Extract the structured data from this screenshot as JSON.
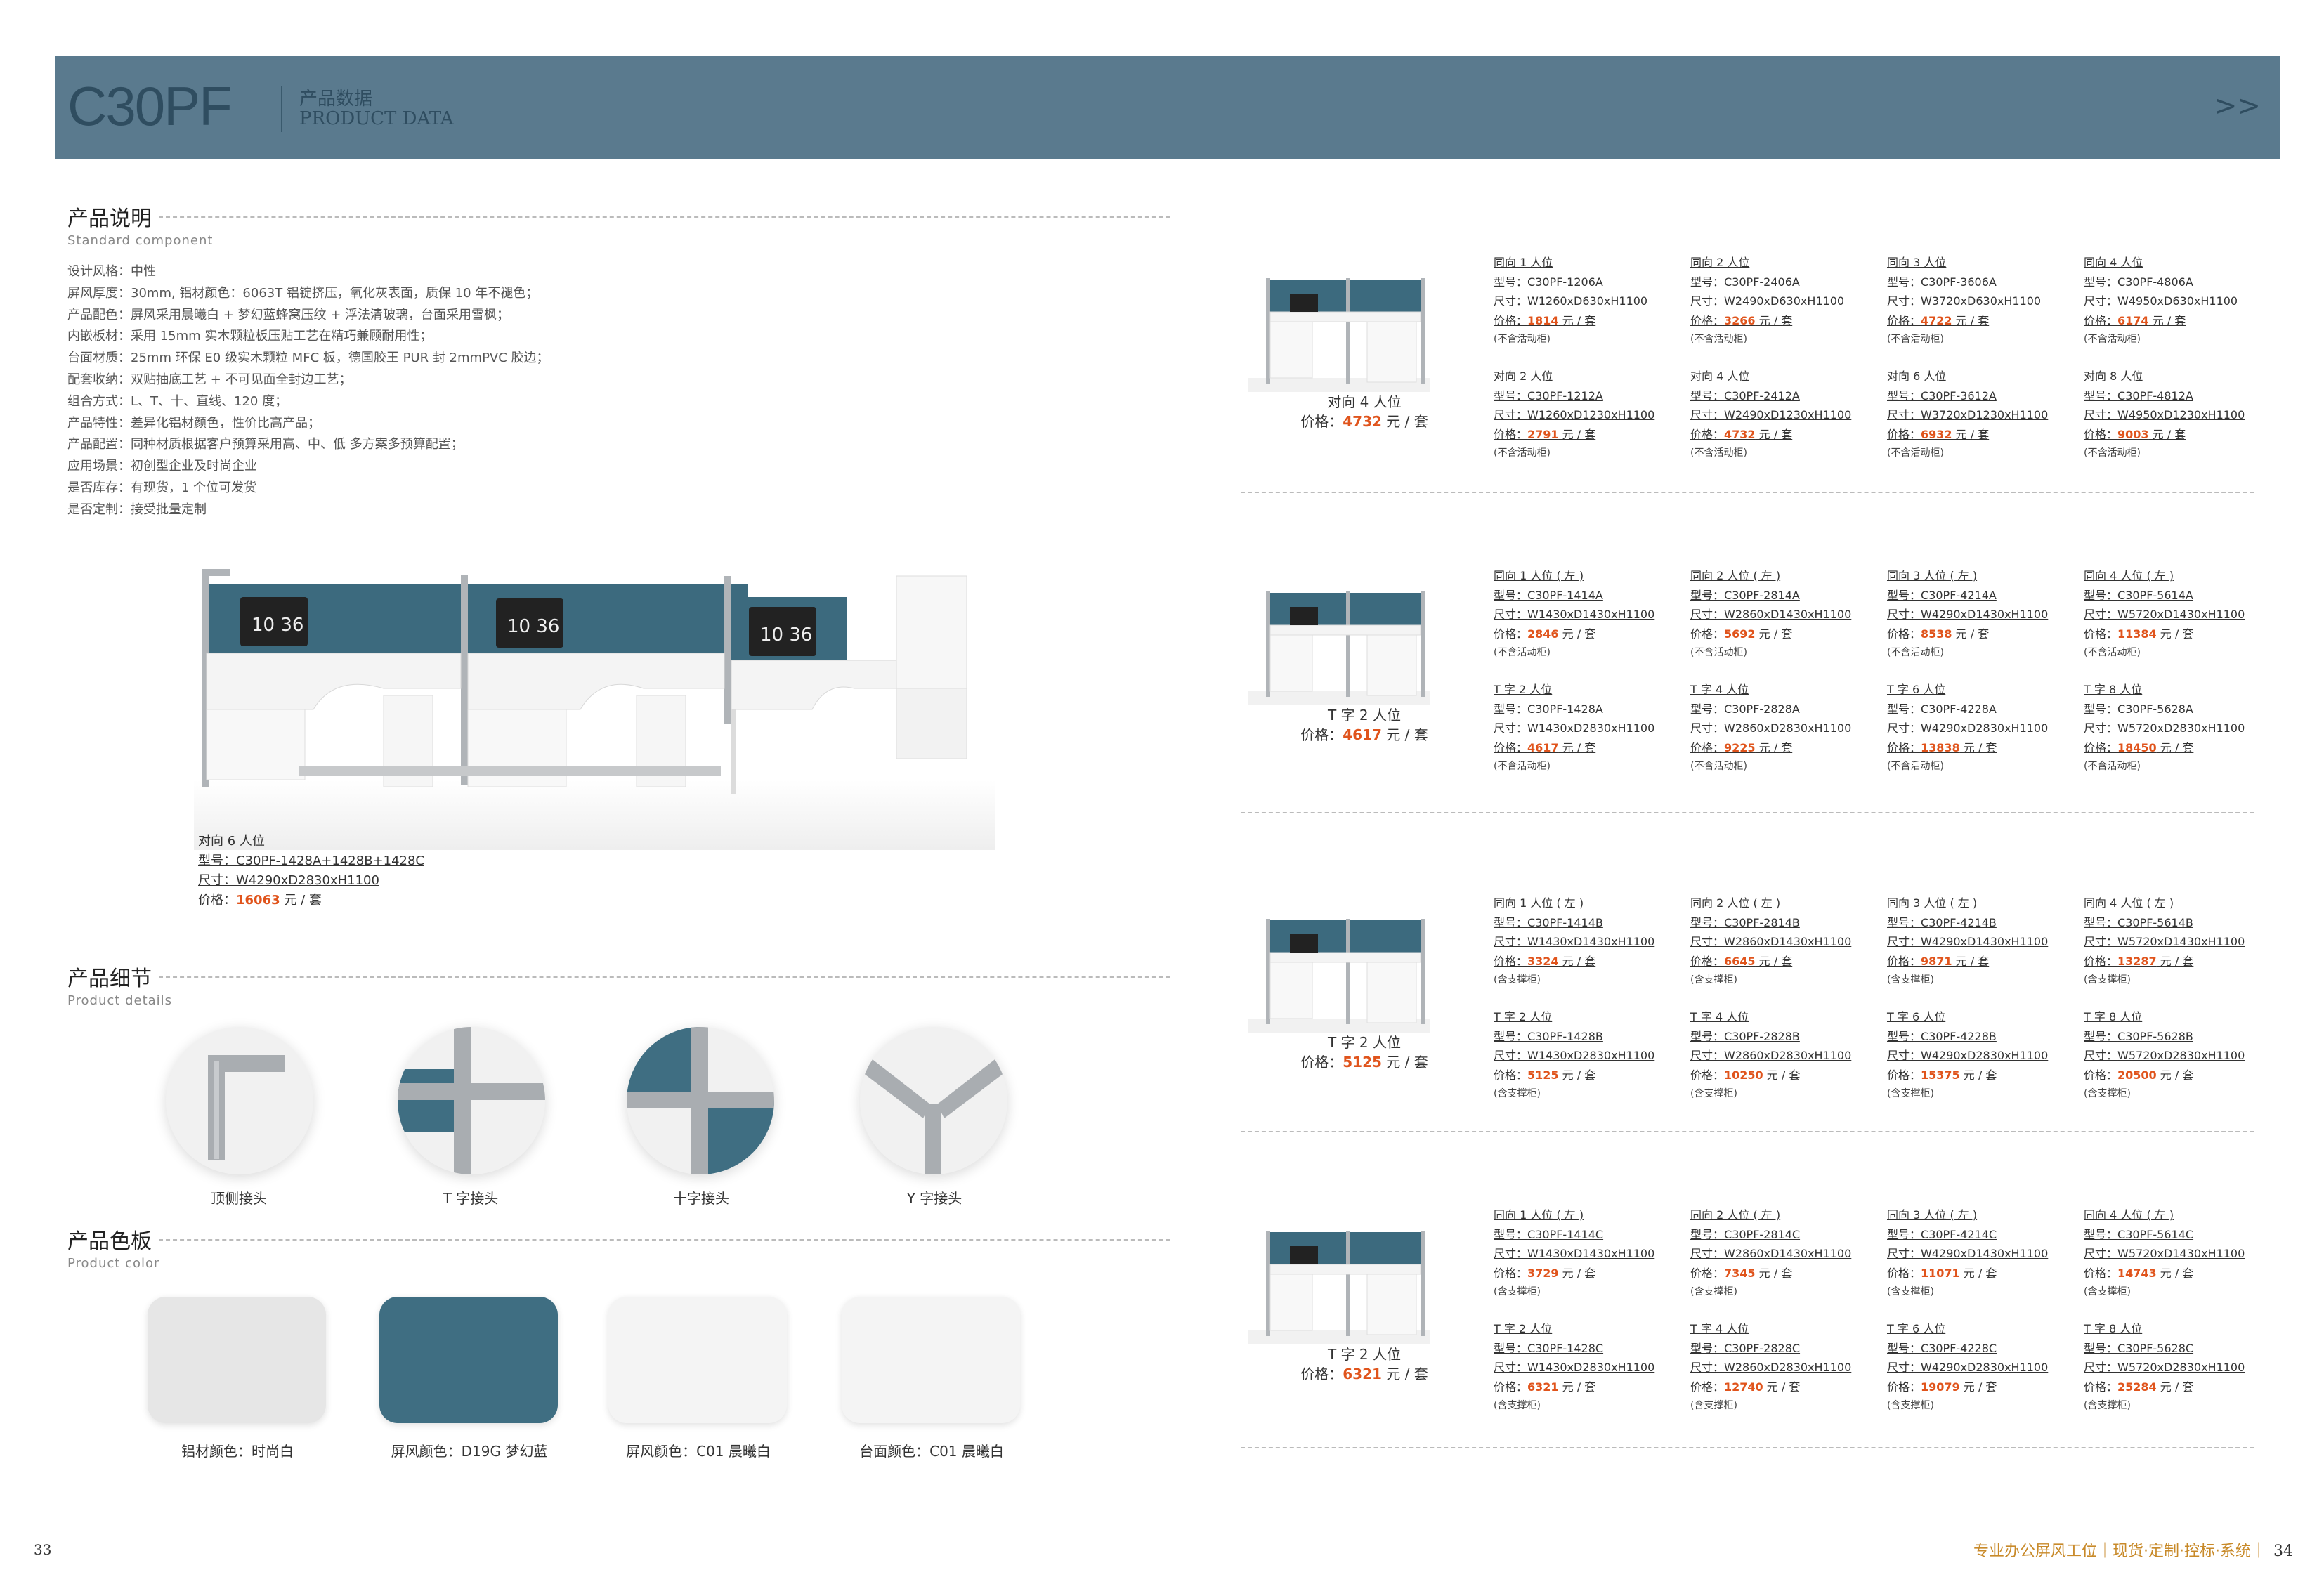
{
  "header": {
    "model": "C30PF",
    "title_cn": "产品数据",
    "title_en": "PRODUCT DATA",
    "next_icon": ">>"
  },
  "description": {
    "title_cn": "产品说明",
    "title_en": "Standard  component",
    "lines": [
      "设计风格：中性",
      "屏风厚度：30mm, 铝材颜色：6063T 铝锭挤压，氧化灰表面，质保 10 年不褪色；",
      "产品配色：屏风采用晨曦白 + 梦幻蓝蜂窝压纹 + 浮法清玻璃，台面采用雪枫；",
      "内嵌板材：采用 15mm 实木颗粒板压贴工艺在精巧兼顾耐用性；",
      "台面材质：25mm 环保 E0 级实木颗粒 MFC 板，德国胶王 PUR 封 2mmPVC 胶边；",
      "配套收纳：双贴抽底工艺 + 不可见面全封边工艺；",
      "组合方式：L、T、十、直线、120 度；",
      "产品特性：差异化铝材颜色，性价比高产品；",
      "产品配置：同种材质根据客户预算采用高、中、低 多方案多预算配置；",
      "应用场景：初创型企业及时尚企业",
      "是否库存：有现货，1 个位可发货",
      "是否定制：接受批量定制"
    ]
  },
  "main_product": {
    "name": "对向 6 人位",
    "model_label": "型号：",
    "model": "C30PF-1428A+1428B+1428C",
    "size_label": "尺寸：",
    "size": "W4290xD2830xH1100",
    "price_label": "价格：",
    "price": "16063",
    "unit": " 元 / 套",
    "monitor_time": "10 36"
  },
  "details": {
    "title_cn": "产品细节",
    "title_en": "Product  details",
    "items": [
      "顶侧接头",
      "T 字接头",
      "十字接头",
      "Y 字接头"
    ]
  },
  "colors": {
    "title_cn": "产品色板",
    "title_en": "Product  color",
    "items": [
      {
        "label": "铝材颜色：时尚白",
        "color": "#e6e6e6"
      },
      {
        "label": "屏风颜色：D19G 梦幻蓝",
        "color": "#3f6e82"
      },
      {
        "label": "屏风颜色：C01 晨曦白",
        "color": "#f4f4f4"
      },
      {
        "label": "台面颜色：C01 晨曦白",
        "color": "#f4f4f4"
      }
    ],
    "accent": "#e0541c"
  },
  "blocks": [
    {
      "title": "对向 4 人位",
      "price": "4732",
      "rows": [
        [
          {
            "name": "同向 1 人位",
            "model": "C30PF-1206A",
            "size": "W1260xD630xH1100",
            "price": "1814",
            "note": "(不含活动柜)"
          },
          {
            "name": "同向 2 人位",
            "model": "C30PF-2406A",
            "size": "W2490xD630xH1100",
            "price": "3266",
            "note": "(不含活动柜)"
          },
          {
            "name": "同向 3 人位",
            "model": "C30PF-3606A",
            "size": "W3720xD630xH1100",
            "price": "4722",
            "note": "(不含活动柜)"
          },
          {
            "name": "同向 4 人位",
            "model": "C30PF-4806A",
            "size": "W4950xD630xH1100",
            "price": "6174",
            "note": "(不含活动柜)"
          }
        ],
        [
          {
            "name": "对向 2 人位",
            "model": "C30PF-1212A",
            "size": "W1260xD1230xH1100",
            "price": "2791",
            "note": "(不含活动柜)"
          },
          {
            "name": "对向 4 人位",
            "model": "C30PF-2412A",
            "size": "W2490xD1230xH1100",
            "price": "4732",
            "note": "(不含活动柜)"
          },
          {
            "name": "对向 6 人位",
            "model": "C30PF-3612A",
            "size": "W3720xD1230xH1100",
            "price": "6932",
            "note": "(不含活动柜)"
          },
          {
            "name": "对向 8 人位",
            "model": "C30PF-4812A",
            "size": "W4950xD1230xH1100",
            "price": "9003",
            "note": "(不含活动柜)"
          }
        ]
      ]
    },
    {
      "title": "T 字 2 人位",
      "price": "4617",
      "rows": [
        [
          {
            "name": "同向 1 人位 ( 左 )",
            "model": "C30PF-1414A",
            "size": "W1430xD1430xH1100",
            "price": "2846",
            "note": "(不含活动柜)"
          },
          {
            "name": "同向 2 人位 ( 左 )",
            "model": "C30PF-2814A",
            "size": "W2860xD1430xH1100",
            "price": "5692",
            "note": "(不含活动柜)"
          },
          {
            "name": "同向 3 人位 ( 左 )",
            "model": "C30PF-4214A",
            "size": "W4290xD1430xH1100",
            "price": "8538",
            "note": "(不含活动柜)"
          },
          {
            "name": "同向 4 人位 ( 左 )",
            "model": "C30PF-5614A",
            "size": "W5720xD1430xH1100",
            "price": "11384",
            "note": "(不含活动柜)"
          }
        ],
        [
          {
            "name": "T 字 2 人位",
            "model": "C30PF-1428A",
            "size": "W1430xD2830xH1100",
            "price": "4617",
            "note": "(不含活动柜)"
          },
          {
            "name": "T 字 4 人位",
            "model": "C30PF-2828A",
            "size": "W2860xD2830xH1100",
            "price": "9225",
            "note": "(不含活动柜)"
          },
          {
            "name": "T 字 6 人位",
            "model": "C30PF-4228A",
            "size": "W4290xD2830xH1100",
            "price": "13838",
            "note": "(不含活动柜)"
          },
          {
            "name": "T 字 8 人位",
            "model": "C30PF-5628A",
            "size": "W5720xD2830xH1100",
            "price": "18450",
            "note": "(不含活动柜)"
          }
        ]
      ]
    },
    {
      "title": "T 字 2 人位",
      "price": "5125",
      "rows": [
        [
          {
            "name": "同向 1 人位 ( 左 )",
            "model": "C30PF-1414B",
            "size": "W1430xD1430xH1100",
            "price": "3324",
            "note": "(含支撑柜)"
          },
          {
            "name": "同向 2 人位 ( 左 )",
            "model": "C30PF-2814B",
            "size": "W2860xD1430xH1100",
            "price": "6645",
            "note": "(含支撑柜)"
          },
          {
            "name": "同向 3 人位 ( 左 )",
            "model": "C30PF-4214B",
            "size": "W4290xD1430xH1100",
            "price": "9871",
            "note": "(含支撑柜)"
          },
          {
            "name": "同向 4 人位 ( 左 )",
            "model": "C30PF-5614B",
            "size": "W5720xD1430xH1100",
            "price": "13287",
            "note": "(含支撑柜)"
          }
        ],
        [
          {
            "name": "T 字 2 人位",
            "model": "C30PF-1428B",
            "size": "W1430xD2830xH1100",
            "price": "5125",
            "note": "(含支撑柜)"
          },
          {
            "name": "T 字 4 人位",
            "model": "C30PF-2828B",
            "size": "W2860xD2830xH1100",
            "price": "10250",
            "note": "(含支撑柜)"
          },
          {
            "name": "T 字 6 人位",
            "model": "C30PF-4228B",
            "size": "W4290xD2830xH1100",
            "price": "15375",
            "note": "(含支撑柜)"
          },
          {
            "name": "T 字 8 人位",
            "model": "C30PF-5628B",
            "size": "W5720xD2830xH1100",
            "price": "20500",
            "note": "(含支撑柜)"
          }
        ]
      ]
    },
    {
      "title": "T 字 2 人位",
      "price": "6321",
      "rows": [
        [
          {
            "name": "同向 1 人位 ( 左 )",
            "model": "C30PF-1414C",
            "size": "W1430xD1430xH1100",
            "price": "3729",
            "note": "(含支撑柜)"
          },
          {
            "name": "同向 2 人位 ( 左 )",
            "model": "C30PF-2814C",
            "size": "W2860xD1430xH1100",
            "price": "7345",
            "note": "(含支撑柜)"
          },
          {
            "name": "同向 3 人位 ( 左 )",
            "model": "C30PF-4214C",
            "size": "W4290xD1430xH1100",
            "price": "11071",
            "note": "(含支撑柜)"
          },
          {
            "name": "同向 4 人位 ( 左 )",
            "model": "C30PF-5614C",
            "size": "W5720xD1430xH1100",
            "price": "14743",
            "note": "(含支撑柜)"
          }
        ],
        [
          {
            "name": "T 字 2 人位",
            "model": "C30PF-1428C",
            "size": "W1430xD2830xH1100",
            "price": "6321",
            "note": "(含支撑柜)"
          },
          {
            "name": "T 字 4 人位",
            "model": "C30PF-2828C",
            "size": "W2860xD2830xH1100",
            "price": "12740",
            "note": "(含支撑柜)"
          },
          {
            "name": "T 字 6 人位",
            "model": "C30PF-4228C",
            "size": "W4290xD2830xH1100",
            "price": "19079",
            "note": "(含支撑柜)"
          },
          {
            "name": "T 字 8 人位",
            "model": "C30PF-5628C",
            "size": "W5720xD2830xH1100",
            "price": "25284",
            "note": "(含支撑柜)"
          }
        ]
      ]
    }
  ],
  "labels": {
    "model": "型号：",
    "size": "尺寸：",
    "price": "价格：",
    "unit": " 元 / 套",
    "block_price": "价格："
  },
  "footer": {
    "page_left": "33",
    "tagline": "专业办公屏风工位｜现货·定制·控标·系统｜",
    "page_right": "34"
  }
}
